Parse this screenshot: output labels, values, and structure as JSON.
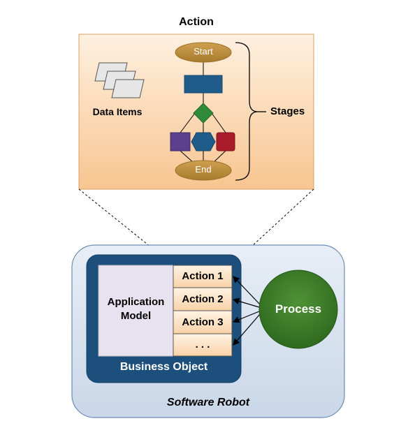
{
  "action": {
    "title": "Action",
    "data_items_label": "Data Items",
    "stages_label": "Stages",
    "start_label": "Start",
    "end_label": "End"
  },
  "business_object": {
    "label": "Business Object",
    "application_model": [
      "Application",
      "Model"
    ],
    "actions": [
      "Action 1",
      "Action 2",
      "Action 3",
      ". . ."
    ]
  },
  "process": {
    "label": "Process"
  },
  "software_robot": {
    "label": "Software Robot"
  },
  "colors": {
    "panel_bg_top": "#fde7cf",
    "panel_bg_bottom": "#f9c48e",
    "panel_border": "#d9a067",
    "ellipse_fill": "#b8893a",
    "rect_blue": "#1f5c8a",
    "diamond_green": "#2f8a3a",
    "rect_purple": "#5a3f8c",
    "hexagon_blue": "#1f5c8a",
    "rect_red": "#a81c2c",
    "bo_dark": "#1c4f7c",
    "robot_bg": "#dbe5f1",
    "process_green": "#3d7a2a",
    "app_model_bg": "#e8e1ef",
    "action_box_bg": "#fde7cf"
  }
}
